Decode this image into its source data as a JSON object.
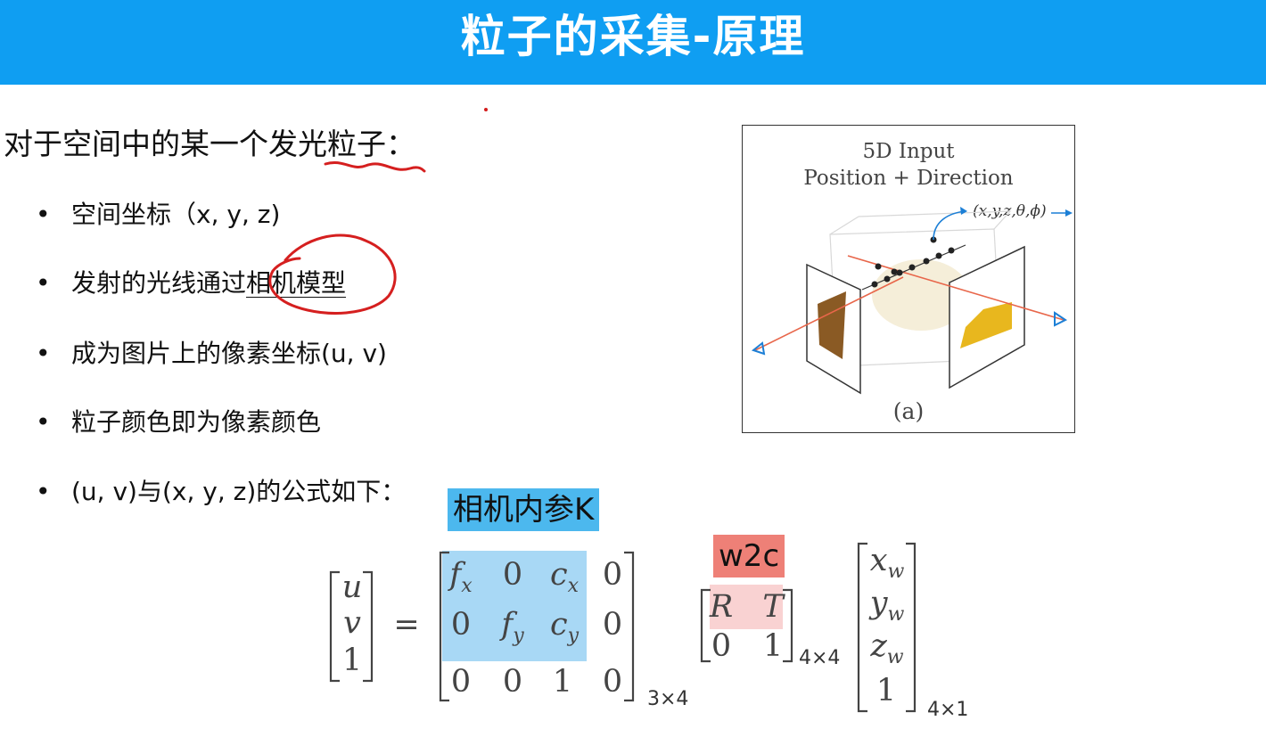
{
  "header": {
    "title": "粒子的采集-原理"
  },
  "intro": {
    "text": "对于空间中的某一个",
    "emph": "发光粒子",
    "suffix": "："
  },
  "bullets": {
    "b1": "空间坐标（x, y, z)",
    "b2_pre": "发射的光线通过",
    "b2_link": "相机模型",
    "b3": "成为图片上的像素坐标(u, v)",
    "b4": "粒子颜色即为像素颜色",
    "b5": "(u, v)与(x, y, z)的公式如下："
  },
  "figure": {
    "title_line1": "5D Input",
    "title_line2": "Position + Direction",
    "coord_label": "(x,y,z,θ,ϕ)",
    "caption": "(a)"
  },
  "tags": {
    "intrinsic": "相机内参K",
    "extrinsic": "w2c"
  },
  "formula": {
    "uv": [
      "u",
      "v",
      "1"
    ],
    "eq": "=",
    "K": [
      [
        "f",
        "0",
        "c",
        "0"
      ],
      [
        "0",
        "f",
        "c",
        "0"
      ],
      [
        "0",
        "0",
        "1",
        "0"
      ]
    ],
    "K_subs": {
      "fx": "x",
      "cx": "x",
      "fy": "y",
      "cy": "y"
    },
    "K_dim": "3×4",
    "RT": [
      [
        "R",
        "T"
      ],
      [
        "0",
        "1"
      ]
    ],
    "RT_dim": "4×4",
    "world": [
      "x",
      "y",
      "z",
      "1"
    ],
    "world_sub": "w",
    "world_dim": "4×1"
  }
}
